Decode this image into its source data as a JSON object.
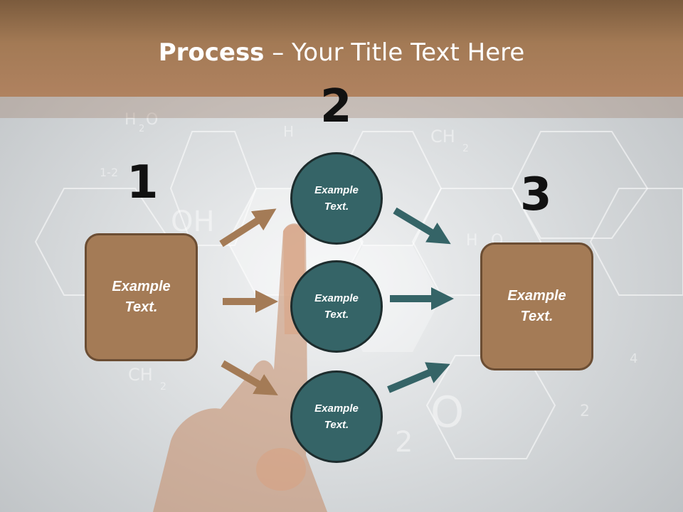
{
  "slide": {
    "title_bold": "Process",
    "title_rest": " – Your Title Text Here"
  },
  "steps": {
    "n1": "1",
    "n2": "2",
    "n3": "3"
  },
  "left_box": {
    "label": "Example\nText."
  },
  "circles": [
    {
      "label": "Example\nText."
    },
    {
      "label": "Example\nText."
    },
    {
      "label": "Example\nText."
    }
  ],
  "right_box": {
    "label": "Example\nText."
  },
  "colors": {
    "header": "#a37a55",
    "box_fill": "#a47b56",
    "circle_fill": "#356467",
    "arrow_brown": "#a47b56",
    "arrow_teal": "#356467"
  }
}
